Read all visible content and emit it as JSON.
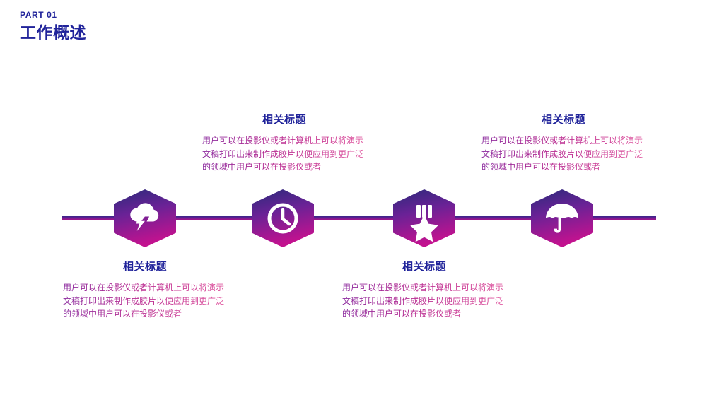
{
  "header": {
    "part_label": "PART 01",
    "title": "工作概述"
  },
  "theme": {
    "navy": "#20239a",
    "hex_gradient_top": "#2b2a7a",
    "hex_gradient_bottom": "#c2128f",
    "axis_color": "#6b1f8d",
    "body_gradient_start": "#8b2a9e",
    "body_gradient_end": "#e0559e"
  },
  "timeline": {
    "nodes": [
      {
        "id": 1,
        "icon": "cloud-lightning-icon",
        "position": "bottom",
        "title": "相关标题",
        "body": "用户可以在投影仪或者计算机上可以将演示文稿打印出来制作成胶片以便应用到更广泛的领域中用户可以在投影仪或者"
      },
      {
        "id": 2,
        "icon": "clock-icon",
        "position": "top",
        "title": "相关标题",
        "body": "用户可以在投影仪或者计算机上可以将演示文稿打印出来制作成胶片以便应用到更广泛的领域中用户可以在投影仪或者"
      },
      {
        "id": 3,
        "icon": "medal-star-icon",
        "position": "bottom",
        "title": "相关标题",
        "body": "用户可以在投影仪或者计算机上可以将演示文稿打印出来制作成胶片以便应用到更广泛的领域中用户可以在投影仪或者"
      },
      {
        "id": 4,
        "icon": "umbrella-icon",
        "position": "top",
        "title": "相关标题",
        "body": "用户可以在投影仪或者计算机上可以将演示文稿打印出来制作成胶片以便应用到更广泛的领域中用户可以在投影仪或者"
      }
    ]
  }
}
